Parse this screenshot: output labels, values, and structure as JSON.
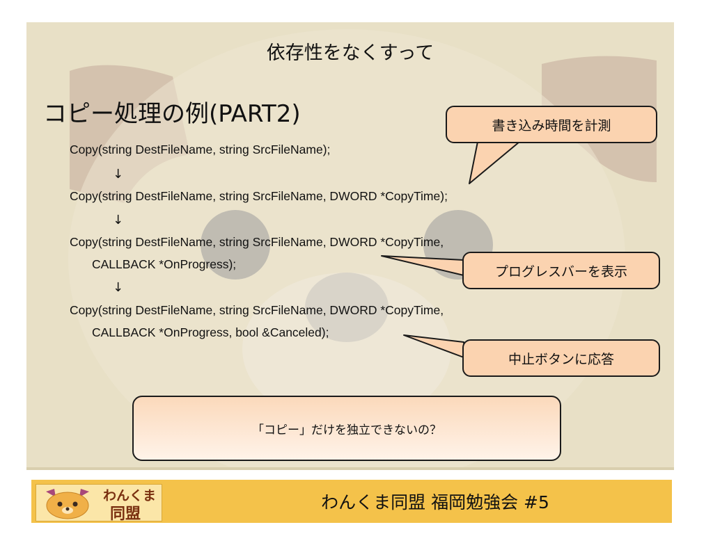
{
  "slide": {
    "header": "依存性をなくすって",
    "title": "コピー処理の例(PART2)",
    "code": {
      "line1": "Copy(string DestFileName, string SrcFileName);",
      "arrow1": "↓",
      "line2": "Copy(string DestFileName, string SrcFileName, DWORD *CopyTime);",
      "arrow2": "↓",
      "line3a": "Copy(string DestFileName, string SrcFileName, DWORD *CopyTime,",
      "line3b": "CALLBACK *OnProgress);",
      "arrow3": "↓",
      "line4a": "Copy(string DestFileName, string SrcFileName, DWORD *CopyTime,",
      "line4b": "CALLBACK *OnProgress, bool &Canceled);"
    },
    "callouts": {
      "copy_time": "書き込み時間を計測",
      "progress": "プログレスバーを表示",
      "cancel": "中止ボタンに応答"
    },
    "question": "「コピー」だけを独立できないの？"
  },
  "footer": {
    "logo_line1": "わんくま",
    "logo_line2": "同盟",
    "text": "わんくま同盟 福岡勉強会 #5"
  },
  "colors": {
    "slide_bg": "#e8e0c6",
    "callout_fill": "#fbd3b0",
    "footer_bg": "#f4c24a"
  }
}
